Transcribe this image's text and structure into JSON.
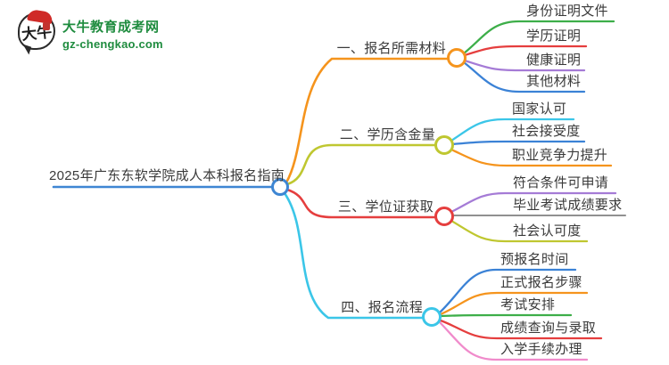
{
  "logo": {
    "icon_text": "大牛",
    "title": "大牛教育成考网",
    "domain": "gz-chengkao.com",
    "brand_color": "#1f8c3f"
  },
  "root": {
    "label": "2025年广东东软学院成人本科报名指南",
    "color": "#3e86d3"
  },
  "branches": [
    {
      "label": "一、报名所需材料",
      "color": "#f5941d",
      "children": [
        {
          "label": "身份证明文件",
          "color": "#3dae49"
        },
        {
          "label": "学历证明",
          "color": "#e53e3e"
        },
        {
          "label": "健康证明",
          "color": "#a57bd6"
        },
        {
          "label": "其他材料",
          "color": "#3b82d6"
        }
      ]
    },
    {
      "label": "二、学历含金量",
      "color": "#bfc730",
      "children": [
        {
          "label": "国家认可",
          "color": "#3bc6e8"
        },
        {
          "label": "社会接受度",
          "color": "#3b82d6"
        },
        {
          "label": "职业竞争力提升",
          "color": "#f5941d"
        }
      ]
    },
    {
      "label": "三、学位证获取",
      "color": "#e53e3e",
      "children": [
        {
          "label": "符合条件可申请",
          "color": "#a57bd6"
        },
        {
          "label": "毕业考试成绩要求",
          "color": "#909090"
        },
        {
          "label": "社会认可度",
          "color": "#bfc730"
        }
      ]
    },
    {
      "label": "四、报名流程",
      "color": "#3bc6e8",
      "children": [
        {
          "label": "预报名时间",
          "color": "#3b82d6"
        },
        {
          "label": "正式报名步骤",
          "color": "#f5941d"
        },
        {
          "label": "考试安排",
          "color": "#3dae49"
        },
        {
          "label": "成绩查询与录取",
          "color": "#e53e3e"
        },
        {
          "label": "入学手续办理",
          "color": "#f08bcb"
        }
      ]
    }
  ]
}
